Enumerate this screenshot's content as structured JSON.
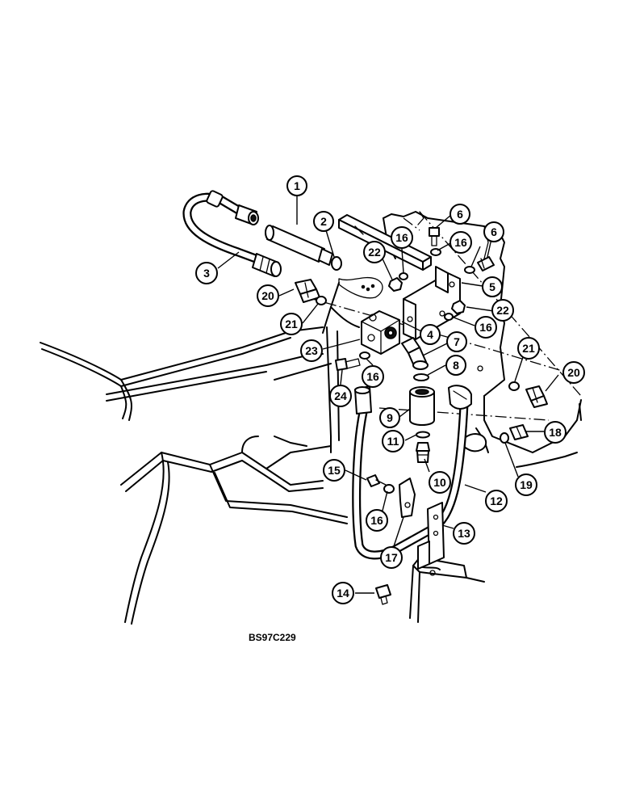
{
  "figure_code": "BS97C229",
  "callouts": [
    {
      "id": "c1",
      "label": "1"
    },
    {
      "id": "c2",
      "label": "2"
    },
    {
      "id": "c3",
      "label": "3"
    },
    {
      "id": "c4",
      "label": "4"
    },
    {
      "id": "c5",
      "label": "5"
    },
    {
      "id": "c6a",
      "label": "6"
    },
    {
      "id": "c6b",
      "label": "6"
    },
    {
      "id": "c7",
      "label": "7"
    },
    {
      "id": "c8",
      "label": "8"
    },
    {
      "id": "c9",
      "label": "9"
    },
    {
      "id": "c10",
      "label": "10"
    },
    {
      "id": "c11",
      "label": "11"
    },
    {
      "id": "c12",
      "label": "12"
    },
    {
      "id": "c13",
      "label": "13"
    },
    {
      "id": "c14",
      "label": "14"
    },
    {
      "id": "c15",
      "label": "15"
    },
    {
      "id": "c16a",
      "label": "16"
    },
    {
      "id": "c16b",
      "label": "16"
    },
    {
      "id": "c16c",
      "label": "16"
    },
    {
      "id": "c16d",
      "label": "16"
    },
    {
      "id": "c16e",
      "label": "16"
    },
    {
      "id": "c17",
      "label": "17"
    },
    {
      "id": "c18",
      "label": "18"
    },
    {
      "id": "c19",
      "label": "19"
    },
    {
      "id": "c20a",
      "label": "20"
    },
    {
      "id": "c20b",
      "label": "20"
    },
    {
      "id": "c21a",
      "label": "21"
    },
    {
      "id": "c21b",
      "label": "21"
    },
    {
      "id": "c22a",
      "label": "22"
    },
    {
      "id": "c22b",
      "label": "22"
    },
    {
      "id": "c23",
      "label": "23"
    },
    {
      "id": "c24",
      "label": "24"
    }
  ]
}
